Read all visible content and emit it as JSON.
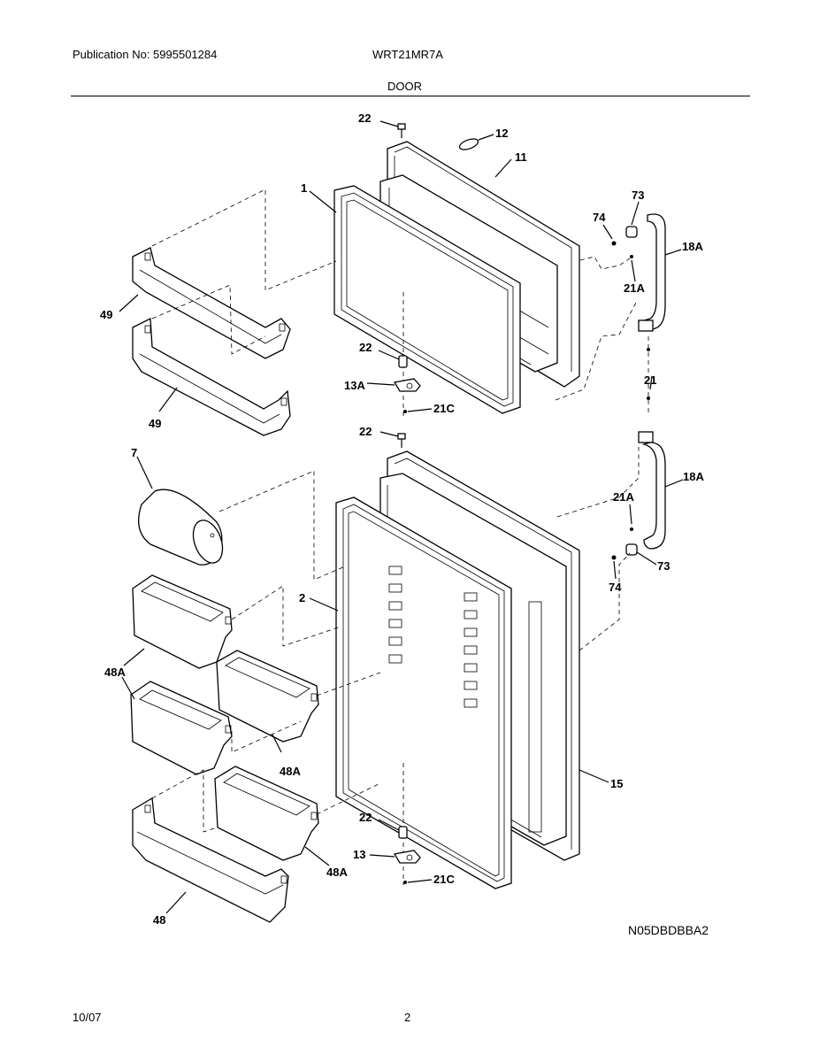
{
  "header": {
    "publication": "Publication No: 5995501284",
    "model": "WRT21MR7A",
    "section": "DOOR"
  },
  "callouts": {
    "c22a": "22",
    "c12": "12",
    "c11": "11",
    "c1": "1",
    "c73a": "73",
    "c74a": "74",
    "c18Aa": "18A",
    "c21Aa": "21A",
    "c49a": "49",
    "c22b": "22",
    "c13A": "13A",
    "c21Ca": "21C",
    "c49b": "49",
    "c21": "21",
    "c22c": "22",
    "c7": "7",
    "c18Ab": "18A",
    "c21Ab": "21A",
    "c2": "2",
    "c73b": "73",
    "c74b": "74",
    "c48Aa": "48A",
    "c48Ab": "48A",
    "c15": "15",
    "c22d": "22",
    "c13": "13",
    "c48Ac": "48A",
    "c21Cb": "21C",
    "c48": "48"
  },
  "diagram_code": "N05DBDBBA2",
  "footer": {
    "date": "10/07",
    "page": "2"
  }
}
